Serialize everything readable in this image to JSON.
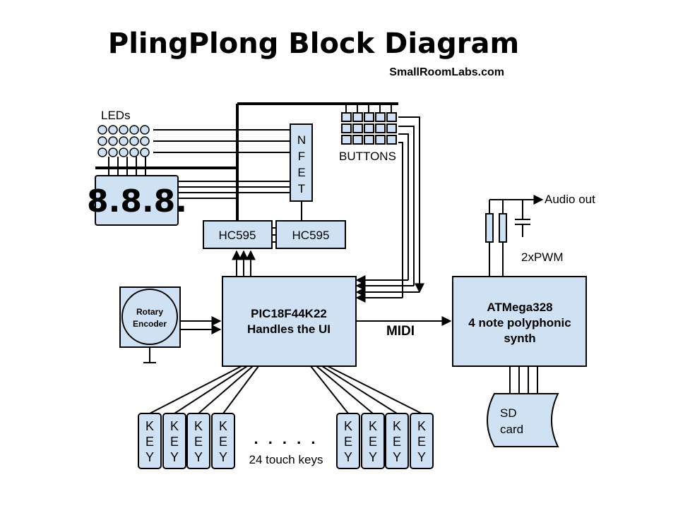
{
  "title": "PlingPlong Block Diagram",
  "subtitle": "SmallRoomLabs.com",
  "leds_label": "LEDs",
  "seven_seg": "8.8.8.",
  "nfet_letters": [
    "N",
    "F",
    "E",
    "T"
  ],
  "buttons_label": "BUTTONS",
  "hc595_left": "HC595",
  "hc595_right": "HC595",
  "rotary_line1": "Rotary",
  "rotary_line2": "Encoder",
  "mcu_line1": "PIC18F44K22",
  "mcu_line2": "Handles the UI",
  "midi_label": "MIDI",
  "synth_line1": "ATMega328",
  "synth_line2": "4 note polyphonic",
  "synth_line3": "synth",
  "audio_out": "Audio out",
  "pwm_label": "2xPWM",
  "sd_line1": "SD",
  "sd_line2": "card",
  "key_letters": [
    "K",
    "E",
    "Y"
  ],
  "key_count_drawn": 8,
  "ellipsis": ". . . . .",
  "touch_keys_label": "24 touch keys",
  "colors": {
    "block_fill": "#cfe2f3",
    "stroke": "#000000"
  }
}
